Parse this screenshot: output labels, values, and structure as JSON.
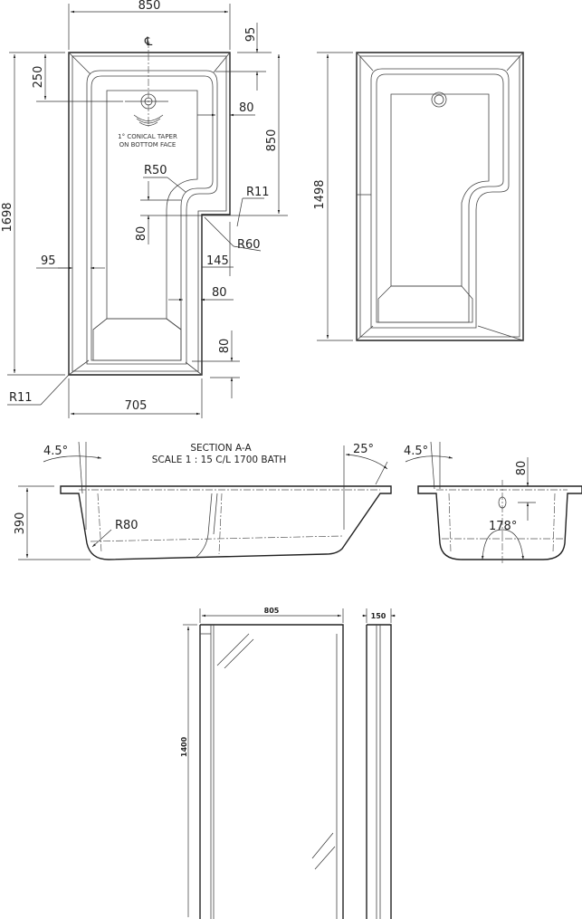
{
  "plan_view": {
    "width_top": "850",
    "rim_top": "95",
    "waste_offset": "250",
    "rim_right": "80",
    "upper_length": "850",
    "radius_inner": "R50",
    "radius_step": "R11",
    "step_80": "80",
    "overall_length": "1698",
    "rim_left": "95",
    "radius_step_outer": "R60",
    "step_width": "145",
    "rim_lower_right": "80",
    "rim_bottom": "80",
    "radius_corner": "R11",
    "width_bottom": "705",
    "centerline": "℄",
    "taper_note_1": "1° CONICAL TAPER",
    "taper_note_2": "ON BOTTOM FACE"
  },
  "plan_view_2": {
    "length": "1498"
  },
  "section": {
    "title": "SECTION A-A",
    "scale": "SCALE 1 : 15   C/L 1700 BATH",
    "angle_left": "4.5°",
    "angle_right": "25°",
    "height": "390",
    "radius": "R80"
  },
  "end_view": {
    "angle": "4.5°",
    "waste_height": "80",
    "arc_angle": "178°"
  },
  "screen": {
    "width": "805",
    "depth": "150",
    "height": "1400"
  }
}
